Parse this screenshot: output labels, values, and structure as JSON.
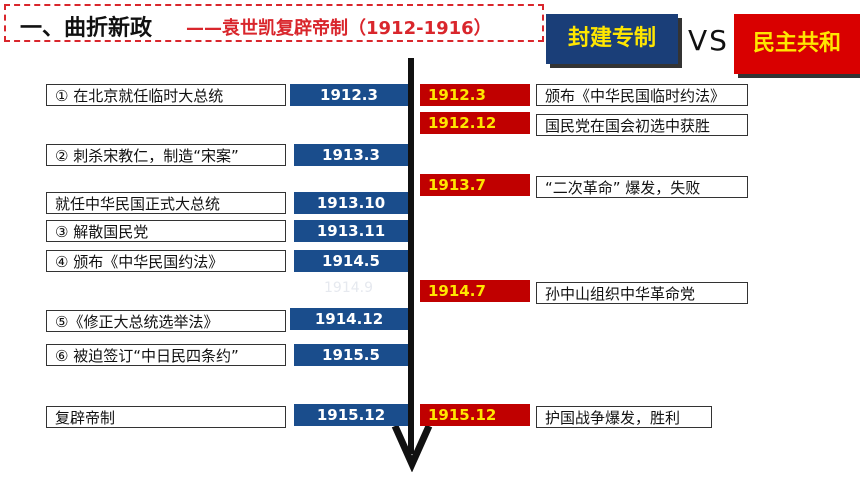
{
  "title": {
    "main": "一、曲折新政",
    "sub": "——袁世凯复辟帝制（1912-1916）"
  },
  "badges": {
    "left": "封建专制",
    "vs": "VS",
    "right": "民主共和"
  },
  "colors": {
    "blue": "#1a4d8c",
    "red": "#c00000",
    "yellow": "#ffe600",
    "title_red": "#d9262c"
  },
  "left_events": [
    {
      "label": "①  在北京就任临时大总统",
      "date": "1912.3"
    },
    {
      "label": "②  刺杀宋教仁，制造“宋案”",
      "date": "1913.3"
    },
    {
      "label": "      就任中华民国正式大总统",
      "date": "1913.10"
    },
    {
      "label": "③  解散国民党",
      "date": "1913.11"
    },
    {
      "label": "④  颁布《中华民国约法》",
      "date": "1914.5"
    },
    {
      "label": "⑤《修正大总统选举法》",
      "date": "1914.12"
    },
    {
      "label": "⑥  被迫签订“中日民四条约”",
      "date": "1915.5"
    },
    {
      "label": "       复辟帝制",
      "date": "1915.12"
    }
  ],
  "right_events": [
    {
      "label": "颁布《中华民国临时约法》",
      "date": "1912.3"
    },
    {
      "label": "国民党在国会初选中获胜",
      "date": "1912.12"
    },
    {
      "label": "  “二次革命” 爆发，失败",
      "date": "1913.7"
    },
    {
      "label": "孙中山组织中华革命党",
      "date": "1914.7"
    },
    {
      "label": "护国战争爆发，胜利",
      "date": "1915.12"
    }
  ],
  "ghost_text": "1914.9"
}
